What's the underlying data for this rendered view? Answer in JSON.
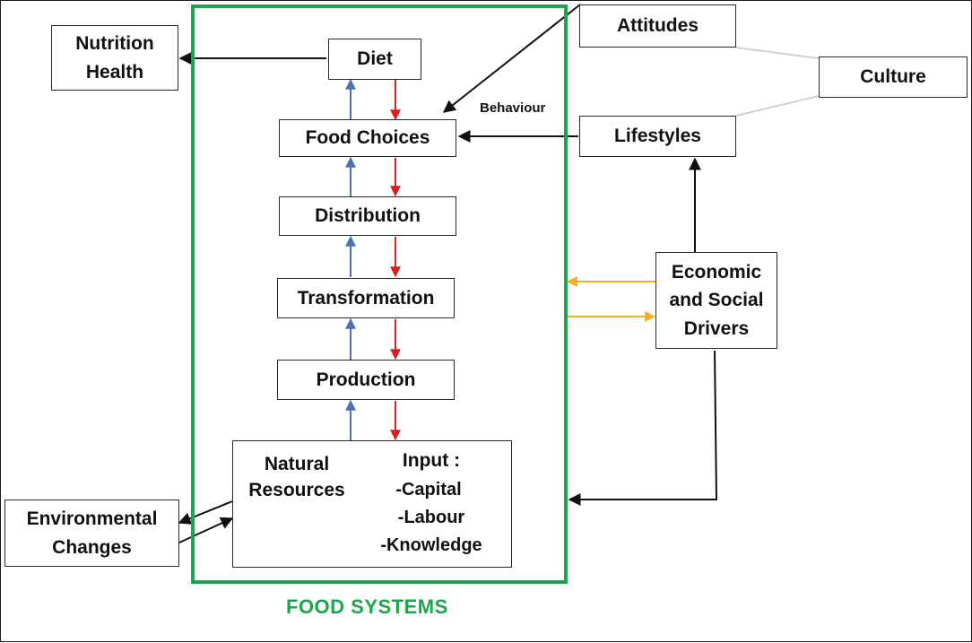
{
  "diagram": {
    "boxes": {
      "nutrition_health": "Nutrition\nHealth",
      "diet": "Diet",
      "food_choices": "Food Choices",
      "distribution": "Distribution",
      "transformation": "Transformation",
      "production": "Production",
      "attitudes": "Attitudes",
      "culture": "Culture",
      "lifestyles": "Lifestyles",
      "economic_social_drivers": "Economic\nand Social\nDrivers",
      "environmental_changes": "Environmental\nChanges",
      "natural_resources": "Natural\nResources",
      "input_heading": "Input :",
      "input_items": [
        "-Capital",
        "-Labour",
        "-Knowledge"
      ]
    },
    "labels": {
      "behaviour": "Behaviour",
      "food_systems": "FOOD SYSTEMS"
    },
    "colors": {
      "frame": "#1aa64a",
      "arrow_up": "#4a72b0",
      "arrow_down": "#d62020",
      "arrow_driver": "#f0b020",
      "arrow_main": "#111111",
      "line_culture": "#d0d0d0"
    }
  }
}
